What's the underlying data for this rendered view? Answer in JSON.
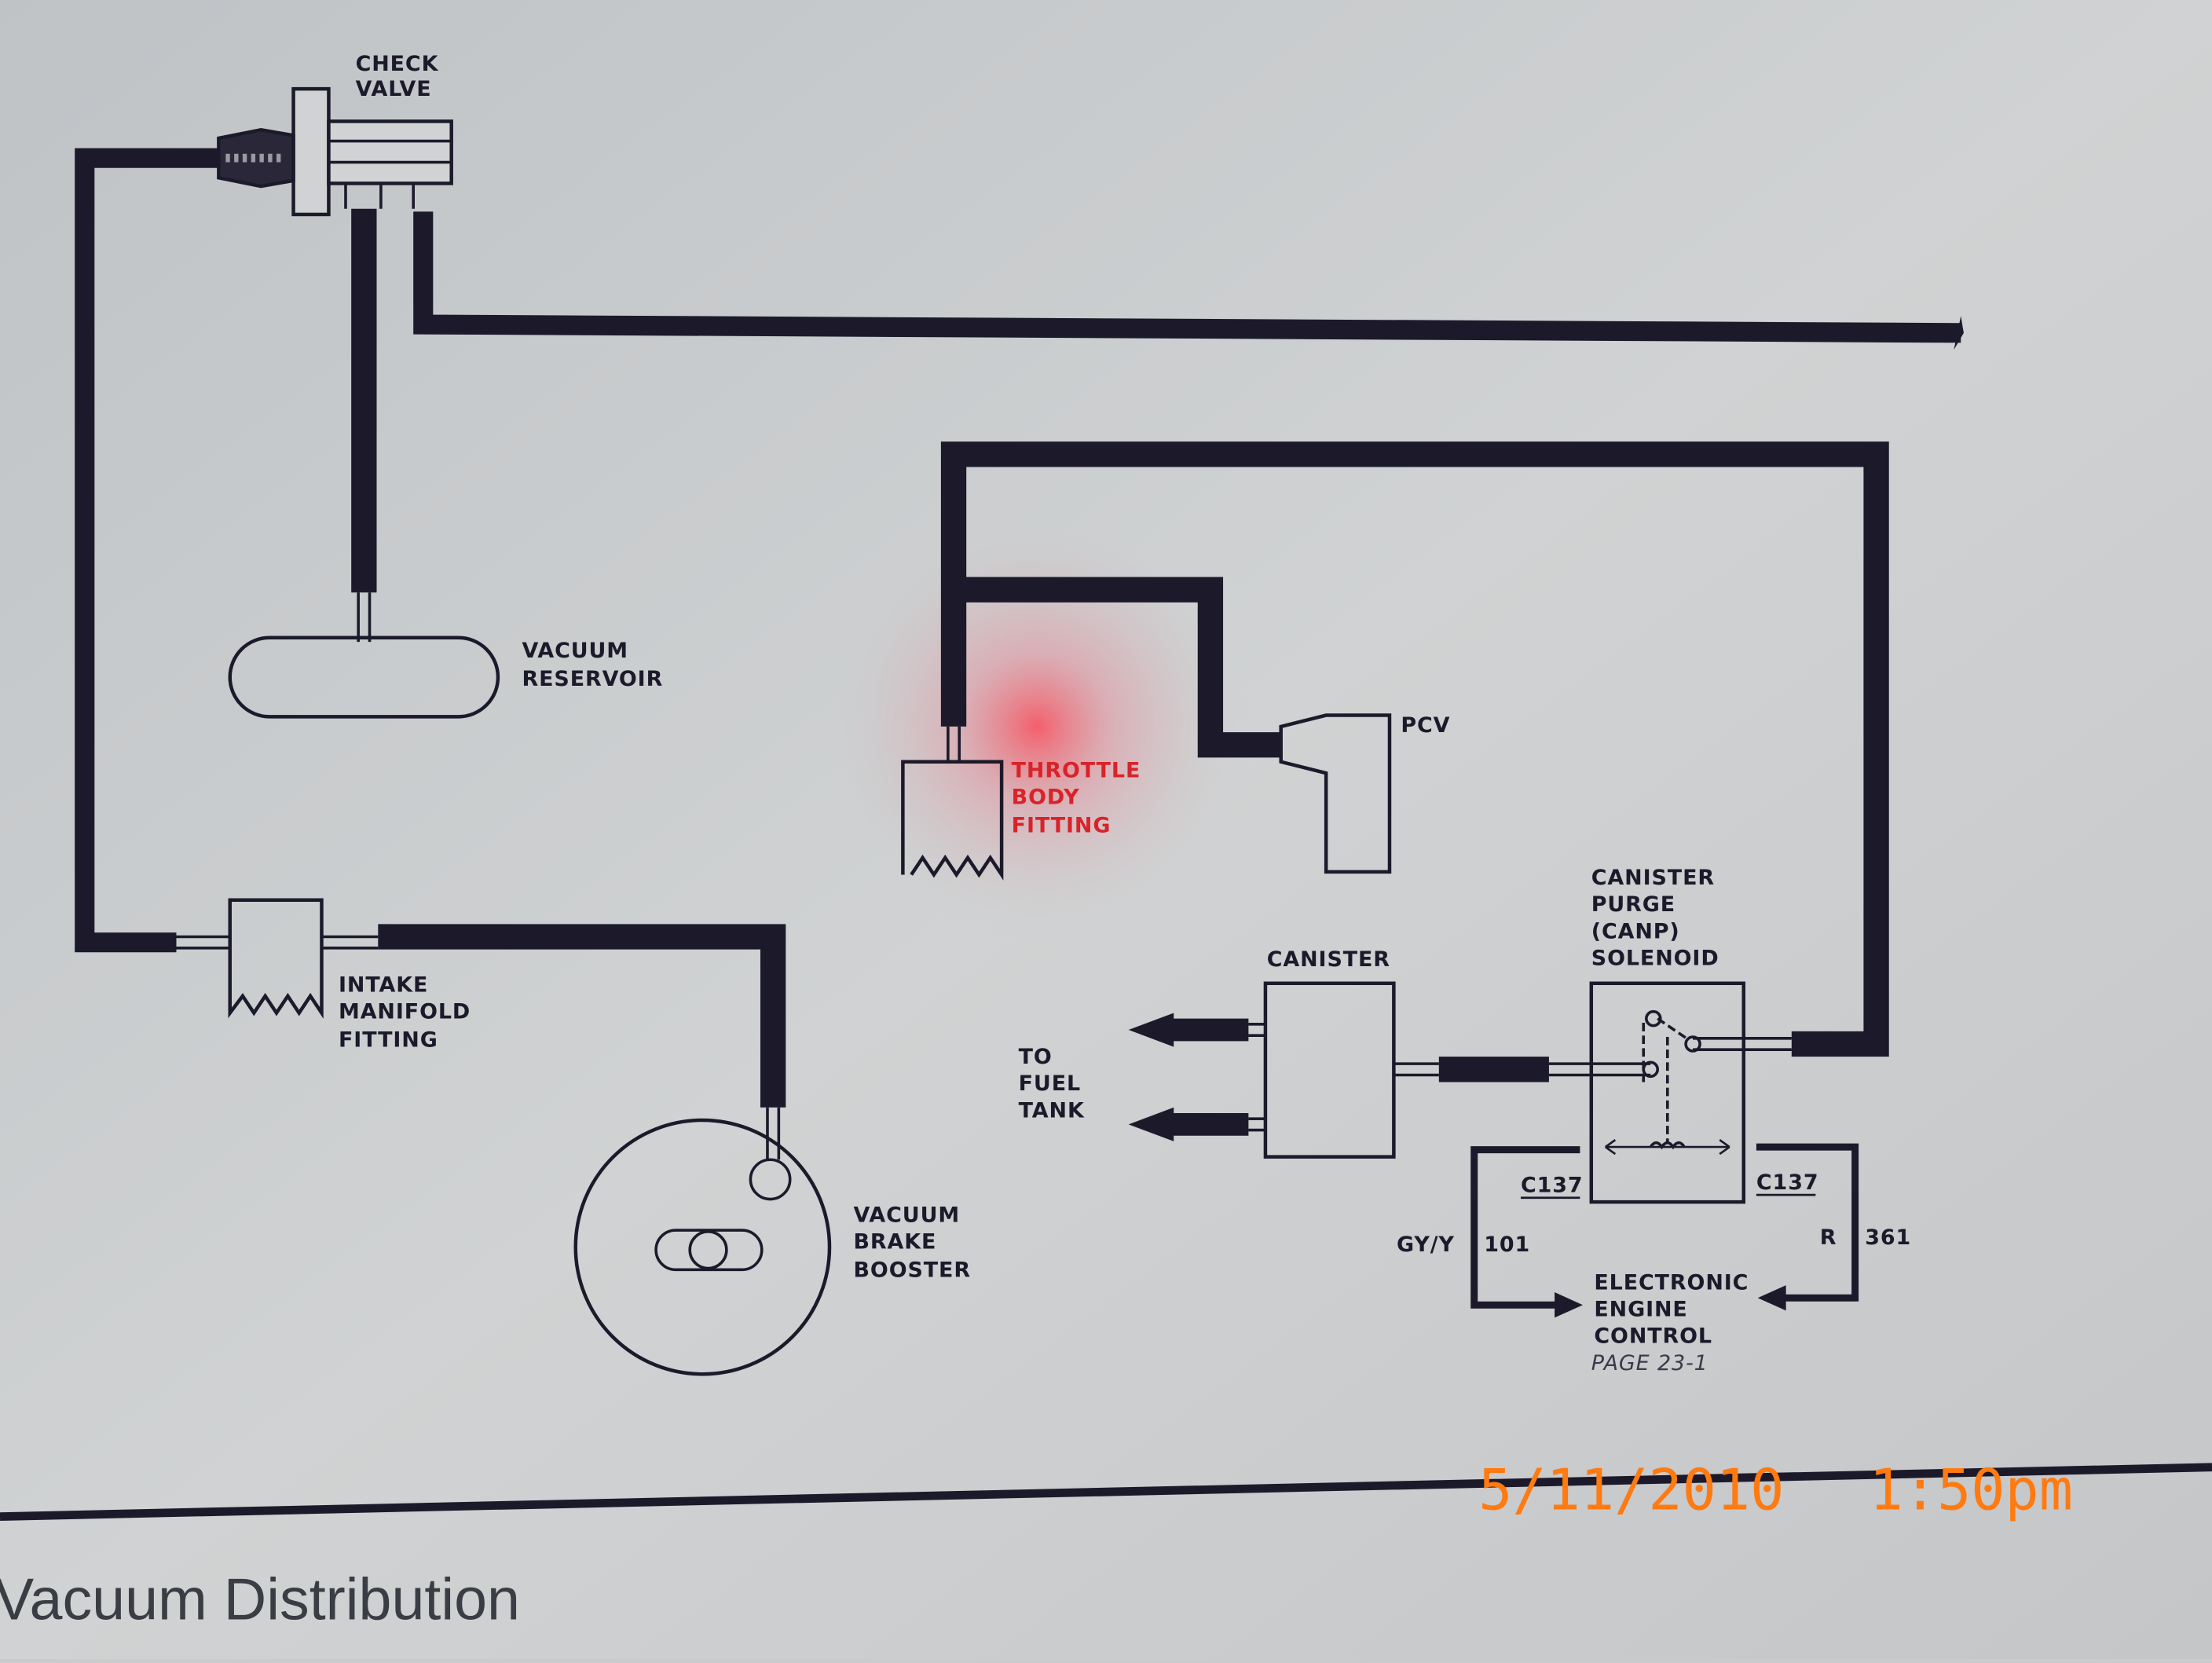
{
  "diagram": {
    "caption": "Vacuum Distribution",
    "timestamp": {
      "date": "5/11/2010",
      "time": "1:50pm"
    },
    "labels": {
      "check_valve": [
        "CHECK",
        "VALVE"
      ],
      "vacuum_reservoir": [
        "VACUUM",
        "RESERVOIR"
      ],
      "throttle_body_fitting": [
        "THROTTLE",
        "BODY",
        "FITTING"
      ],
      "pcv": "PCV",
      "canister": "CANISTER",
      "canp_solenoid": [
        "CANISTER",
        "PURGE",
        "(CANP)",
        "SOLENOID"
      ],
      "to_fuel_tank": [
        "TO",
        "FUEL",
        "TANK"
      ],
      "intake_manifold_fitting": [
        "INTAKE",
        "MANIFOLD",
        "FITTING"
      ],
      "vacuum_brake_booster": [
        "VACUUM",
        "BRAKE",
        "BOOSTER"
      ],
      "connector_left": "C137",
      "connector_right": "C137",
      "wire_left_color": "GY/Y",
      "wire_left_circuit": "101",
      "wire_right_color": "R",
      "wire_right_circuit": "361",
      "eec": [
        "ELECTRONIC",
        "ENGINE",
        "CONTROL"
      ],
      "eec_page": "PAGE 23-1"
    },
    "colors": {
      "hose": "#1c1a2a",
      "highlight": "#d8232a",
      "timestamp": "#ff7a10",
      "background": "#c9cccd"
    }
  }
}
